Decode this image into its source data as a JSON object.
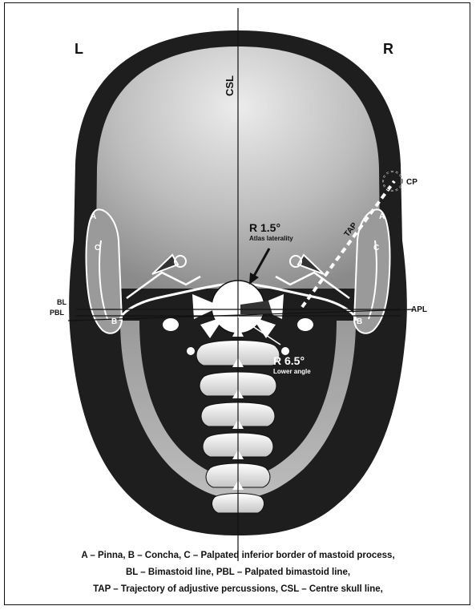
{
  "labels": {
    "left": "L",
    "right": "R",
    "csl": "CSL",
    "cp": "CP",
    "tap": "TAP",
    "atlas_value": "R 1.5°",
    "atlas_text": "Atlas laterality",
    "lower_value": "R 6.5°",
    "lower_text": "Lower angle",
    "bl": "BL",
    "pbl": "PBL",
    "apl": "APL",
    "a_left": "A",
    "c_left": "C",
    "b_left": "B",
    "a_right": "A",
    "c_right": "C",
    "b_right": "B"
  },
  "caption": {
    "line1": "A – Pinna, B – Concha, C – Palpated inferior border of mastoid process,",
    "line2": "BL – Bimastoid line, PBL – Palpated bimastoid line,",
    "line3": "TAP – Trajectory of adjustive percussions, CSL – Centre skull line,"
  }
}
